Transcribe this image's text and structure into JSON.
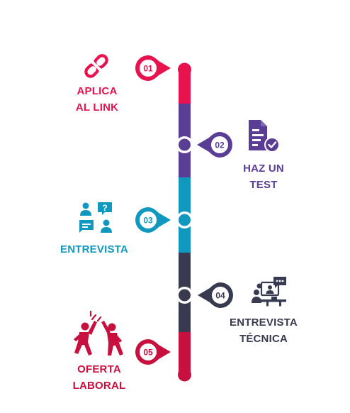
{
  "colors": {
    "red": "#E8124F",
    "purple": "#5A3E96",
    "teal": "#1098BF",
    "dark": "#383A4F",
    "crimson": "#C8103E"
  },
  "steps": [
    {
      "number": "01",
      "lines": [
        "APLICA",
        "AL LINK"
      ],
      "icon": "link-icon",
      "color": "#E8124F"
    },
    {
      "number": "02",
      "lines": [
        "HAZ UN",
        "TEST"
      ],
      "icon": "test-document-icon",
      "color": "#5A3E96"
    },
    {
      "number": "03",
      "lines": [
        "ENTREVISTA"
      ],
      "icon": "interview-icon",
      "color": "#1098BF"
    },
    {
      "number": "04",
      "lines": [
        "ENTREVISTA",
        "TÉCNICA"
      ],
      "icon": "technical-interview-icon",
      "color": "#383A4F"
    },
    {
      "number": "05",
      "lines": [
        "OFERTA",
        "LABORAL"
      ],
      "icon": "celebration-icon",
      "color": "#C8103E"
    }
  ]
}
